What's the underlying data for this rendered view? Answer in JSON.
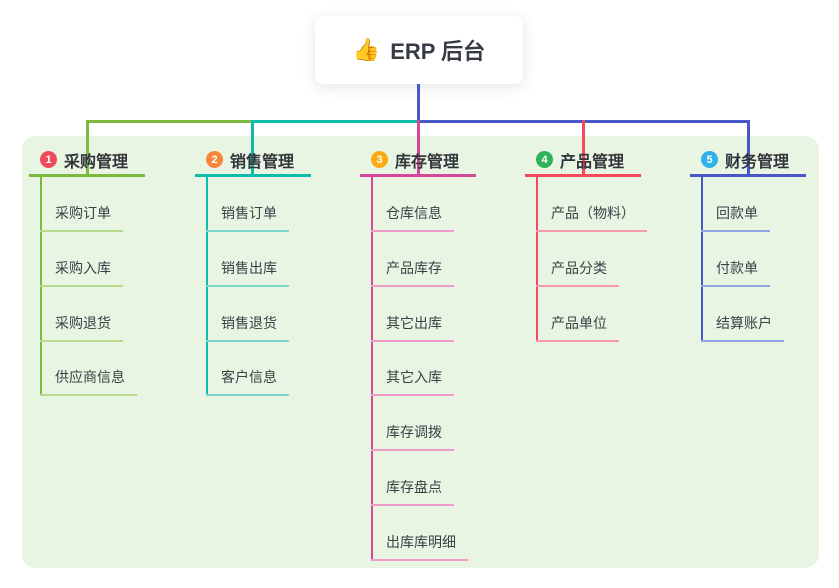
{
  "root": {
    "emoji": "👍",
    "title": "ERP 后台"
  },
  "trunk_color": "#4a57c8",
  "panel_color": "#e9f5e3",
  "branches": [
    {
      "num": "1",
      "label": "采购管理",
      "circle": "#ef4b5c",
      "line": "#7cb93e",
      "light": "#b5da8e",
      "children": [
        "采购订单",
        "采购入库",
        "采购退货",
        "供应商信息"
      ]
    },
    {
      "num": "2",
      "label": "销售管理",
      "circle": "#f7863b",
      "line": "#0fbcab",
      "light": "#7ed8cc",
      "children": [
        "销售订单",
        "销售出库",
        "销售退货",
        "客户信息"
      ]
    },
    {
      "num": "3",
      "label": "库存管理",
      "circle": "#f9ab13",
      "line": "#d6469a",
      "light": "#ee9bc9",
      "children": [
        "仓库信息",
        "产品库存",
        "其它出库",
        "其它入库",
        "库存调拨",
        "库存盘点",
        "出库库明细"
      ]
    },
    {
      "num": "4",
      "label": "产品管理",
      "circle": "#2fb356",
      "line": "#f4485c",
      "light": "#f79aa3",
      "children": [
        "产品（物料）",
        "产品分类",
        "产品单位"
      ]
    },
    {
      "num": "5",
      "label": "财务管理",
      "circle": "#2fb2e8",
      "line": "#4a57c8",
      "light": "#93a4e0",
      "children": [
        "回款单",
        "付款单",
        "结算账户"
      ]
    }
  ]
}
